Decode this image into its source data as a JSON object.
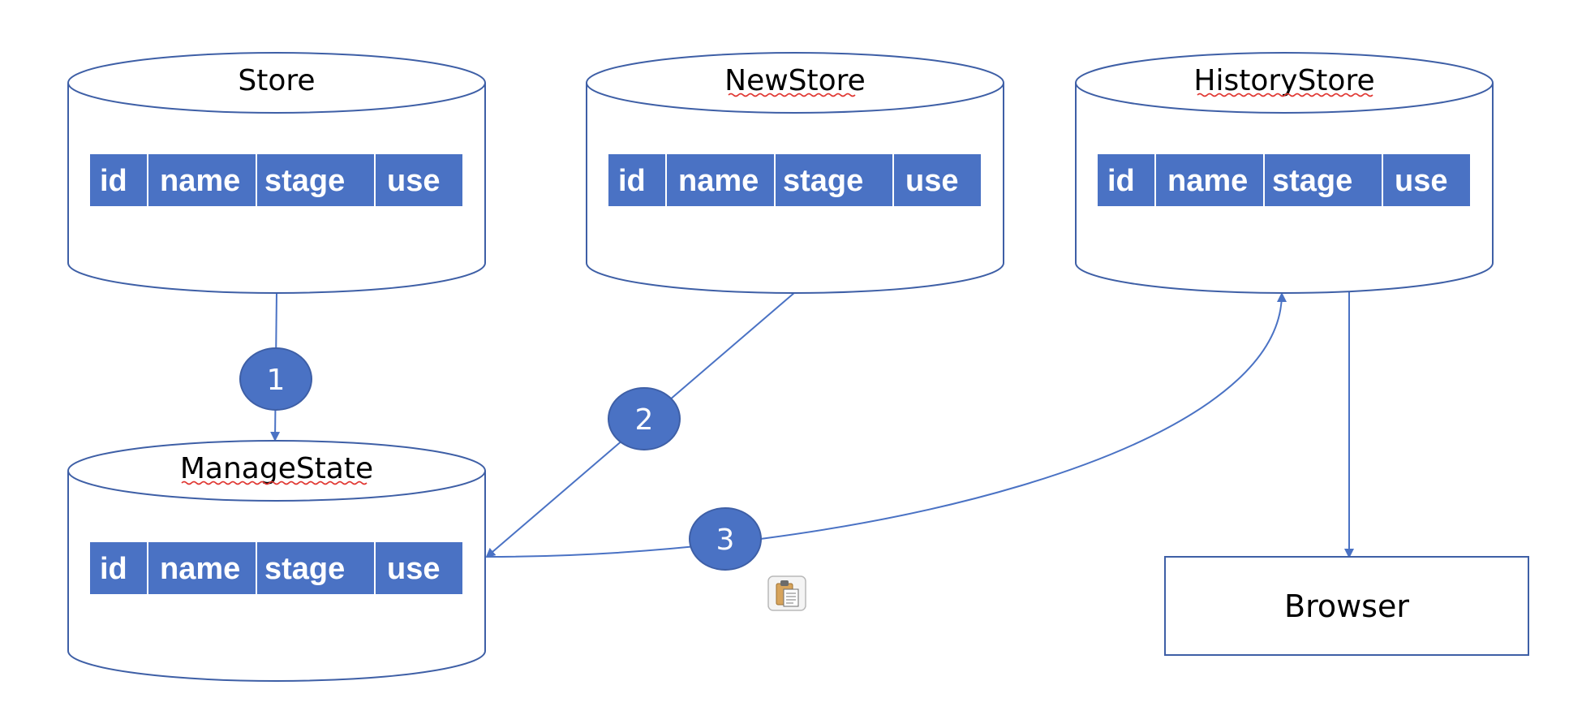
{
  "colors": {
    "outline": "#3e5fa6",
    "header_fill": "#4a72c4",
    "header_text": "#ffffff",
    "arrow": "#4a72c4",
    "spellcheck_underline": "#e0342f",
    "background": "#ffffff"
  },
  "stores": [
    {
      "id": "store",
      "title": "Store",
      "spellcheck_flagged": false,
      "columns": [
        "id",
        "name",
        "stage",
        "use"
      ]
    },
    {
      "id": "newstore",
      "title": "NewStore",
      "spellcheck_flagged": true,
      "columns": [
        "id",
        "name",
        "stage",
        "use"
      ]
    },
    {
      "id": "historystore",
      "title": "HistoryStore",
      "spellcheck_flagged": true,
      "columns": [
        "id",
        "name",
        "stage",
        "use"
      ]
    },
    {
      "id": "managestate",
      "title": "ManageState",
      "spellcheck_flagged": true,
      "columns": [
        "id",
        "name",
        "stage",
        "use"
      ]
    }
  ],
  "steps": [
    {
      "label": "1",
      "from": "Store",
      "to": "ManageState"
    },
    {
      "label": "2",
      "from": "NewStore",
      "to": "ManageState"
    },
    {
      "label": "3",
      "from": "ManageState",
      "to": "HistoryStore"
    }
  ],
  "browser_box": {
    "label": "Browser"
  },
  "paste_options_icon": "clipboard-paste-options-icon"
}
